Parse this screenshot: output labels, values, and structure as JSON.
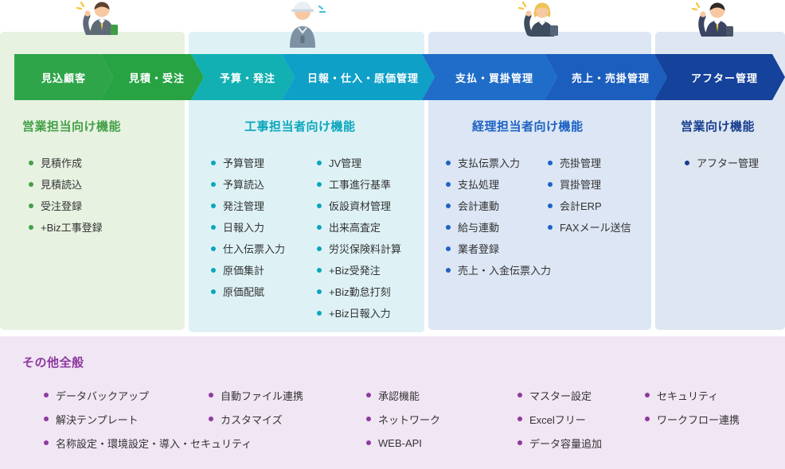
{
  "flow": {
    "steps": [
      {
        "label": "見込顧客",
        "color": "#2fa54a"
      },
      {
        "label": "見積・受注",
        "color": "#27a344"
      },
      {
        "label": "予算・発注",
        "color": "#12b0b2"
      },
      {
        "label": "日報・仕入・原価管理",
        "color": "#0fa0c8"
      },
      {
        "label": "支払・買掛管理",
        "color": "#1f6dc8"
      },
      {
        "label": "売上・売掛管理",
        "color": "#1b5ebe"
      },
      {
        "label": "アフター管理",
        "color": "#15429a"
      }
    ]
  },
  "panels": {
    "sales": {
      "title": "営業担当向け機能",
      "bg": "#e7f2e1",
      "accent": "#43a046",
      "items": [
        "見積作成",
        "見積読込",
        "受注登録",
        "+Biz工事登録"
      ]
    },
    "construction": {
      "title": "工事担当者向け機能",
      "bg": "#def2f6",
      "accent": "#0ba6bc",
      "col1": [
        "予算管理",
        "予算読込",
        "発注管理",
        "日報入力",
        "仕入伝票入力",
        "原価集計",
        "原価配賦"
      ],
      "col2": [
        "JV管理",
        "工事進行基準",
        "仮設資材管理",
        "出来高査定",
        "労災保険料計算",
        "+Biz受発注",
        "+Biz勤怠打刻",
        "+Biz日報入力"
      ]
    },
    "accounting": {
      "title": "経理担当者向け機能",
      "bg": "#dce6f4",
      "accent": "#1e62c4",
      "col1": [
        "支払伝票入力",
        "支払処理",
        "会計連動",
        "給与連動",
        "業者登録",
        "売上・入金伝票入力"
      ],
      "col2": [
        "売掛管理",
        "買掛管理",
        "会計ERP",
        "FAXメール送信"
      ]
    },
    "after": {
      "title": "営業向け機能",
      "bg": "#dee6f1",
      "accent": "#173e8e",
      "items": [
        "アフター管理"
      ]
    },
    "general": {
      "title": "その他全般",
      "bg": "#f1e6f4",
      "accent": "#8d3a9e",
      "col1": [
        "データバックアップ",
        "解決テンプレート",
        "名称設定・環境設定・導入・セキュリティ"
      ],
      "col2": [
        "自動ファイル連携",
        "カスタマイズ"
      ],
      "col3": [
        "承認機能",
        "ネットワーク",
        "WEB-API"
      ],
      "col4": [
        "マスター設定",
        "Excelフリー",
        "データ容量追加"
      ],
      "col5": [
        "セキュリティ",
        "ワークフロー連携"
      ]
    }
  },
  "text_color": "#333333"
}
